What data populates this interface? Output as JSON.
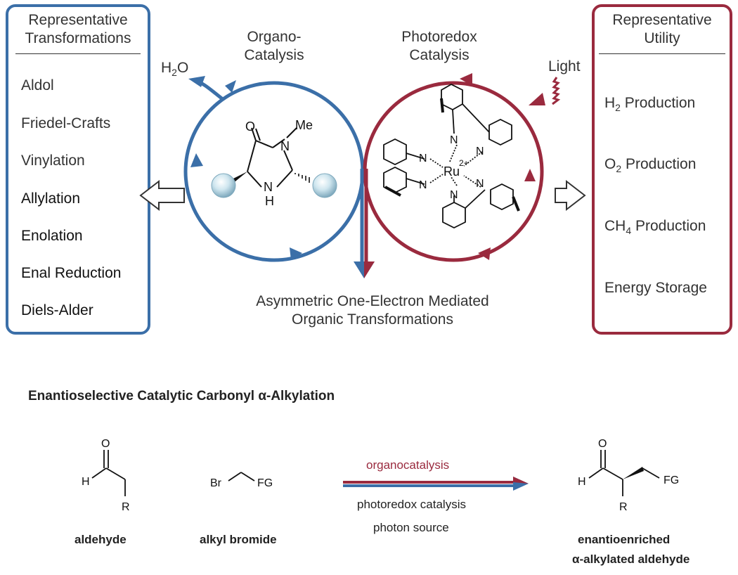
{
  "left_box": {
    "title_line1": "Representative",
    "title_line2": "Transformations",
    "items": [
      "Aldol",
      "Friedel-Crafts",
      "Vinylation",
      "Allylation",
      "Enolation",
      "Enal Reduction",
      "Diels-Alder"
    ]
  },
  "right_box": {
    "title_line1": "Representative",
    "title_line2": "Utility",
    "items": [
      {
        "pre": "H",
        "sub": "2",
        "post": " Production"
      },
      {
        "pre": "O",
        "sub": "2",
        "post": " Production"
      },
      {
        "pre": "CH",
        "sub": "4",
        "post": " Production"
      },
      {
        "pre": "Energy Storage",
        "sub": "",
        "post": ""
      }
    ]
  },
  "organo": {
    "line1": "Organo-",
    "line2": "Catalysis"
  },
  "photo": {
    "line1": "Photoredox",
    "line2": "Catalysis"
  },
  "water": {
    "pre": "H",
    "sub": "2",
    "post": "O"
  },
  "light": "Light",
  "center_caption": {
    "line1": "Asymmetric One-Electron Mediated",
    "line2": "Organic Transformations"
  },
  "imidazolidinone": {
    "o": "O",
    "n1": "N",
    "me": "Me",
    "nh_n": "N",
    "nh_h": "H"
  },
  "ru_complex": {
    "metal": "Ru",
    "charge": "2+",
    "n": "N"
  },
  "scheme_title": "Enantioselective Catalytic Carbonyl α-Alkylation",
  "reactants": {
    "aldehyde_label": "aldehyde",
    "aldehyde_atoms": {
      "o": "O",
      "h": "H",
      "r": "R"
    },
    "bromide_label": "alkyl bromide",
    "bromide_atoms": {
      "br": "Br",
      "fg": "FG"
    }
  },
  "arrow": {
    "top": "organocatalysis",
    "bottom1": "photoredox catalysis",
    "bottom2": "photon source"
  },
  "product": {
    "line1": "enantioenriched",
    "line2": "α-alkylated aldehyde",
    "atoms": {
      "o": "O",
      "h": "H",
      "r": "R",
      "fg": "FG"
    }
  },
  "colors": {
    "blue": "#3b6fa8",
    "red": "#9a2a3e",
    "sphere": "#c9e3ee"
  }
}
